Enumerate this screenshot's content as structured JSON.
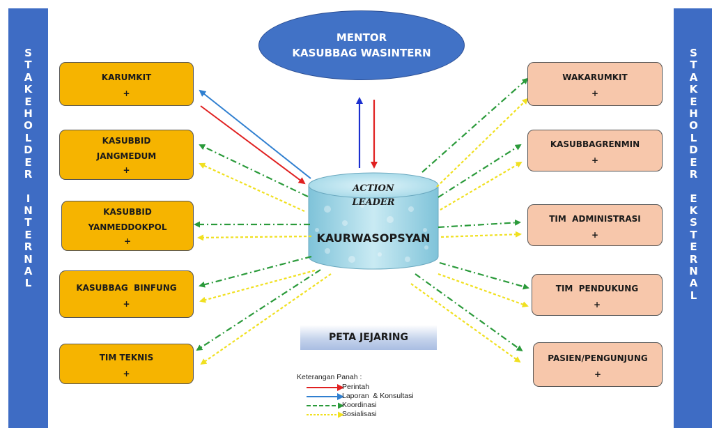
{
  "stakeholder_internal": [
    "S",
    "T",
    "A",
    "K",
    "E",
    "H",
    "O",
    "L",
    "D",
    "E",
    "R",
    "",
    "I",
    "N",
    "T",
    "E",
    "R",
    "N",
    "A",
    "L"
  ],
  "stakeholder_external": [
    "S",
    "T",
    "A",
    "K",
    "E",
    "H",
    "O",
    "L",
    "D",
    "E",
    "R",
    "",
    "E",
    "K",
    "S",
    "T",
    "E",
    "R",
    "N",
    "A",
    "L"
  ],
  "mentor": {
    "line1": "MENTOR",
    "line2": "KASUBBAG WASINTERN"
  },
  "center": {
    "line1": "ACTION",
    "line2": "LEADER",
    "name": "KAURWASOPSYAN"
  },
  "left_boxes": [
    {
      "lines": [
        "KARUMKIT"
      ],
      "plus": "+"
    },
    {
      "lines": [
        "KASUBBID",
        "JANGMEDUM"
      ],
      "plus": "+"
    },
    {
      "lines": [
        "KASUBBID",
        "YANMEDDOKPOL"
      ],
      "plus": "+"
    },
    {
      "lines": [
        "KASUBBAG  BINFUNG"
      ],
      "plus": "+"
    },
    {
      "lines": [
        "TIM TEKNIS"
      ],
      "plus": "+"
    }
  ],
  "right_boxes": [
    {
      "lines": [
        "WAKARUMKIT"
      ],
      "plus": "+"
    },
    {
      "lines": [
        "KASUBBAGRENMIN"
      ],
      "plus": "+"
    },
    {
      "lines": [
        "TIM  ADMINISTRASI"
      ],
      "plus": "+"
    },
    {
      "lines": [
        "TIM  PENDUKUNG"
      ],
      "plus": "+"
    },
    {
      "lines": [
        "PASIEN/PENGUNJUNG"
      ],
      "plus": "+"
    }
  ],
  "peta_title": "PETA JEJARING",
  "legend": {
    "title": "Keterangan Panah :",
    "items": [
      {
        "label": "Perintah",
        "color": "#e02020",
        "style": "solid"
      },
      {
        "label": "Laporan  & Konsultasi",
        "color": "#2f7fd0",
        "style": "solid"
      },
      {
        "label": "Koordinasi",
        "color": "#2a9a3a",
        "style": "dashdot"
      },
      {
        "label": "Sosialisasi",
        "color": "#f0e020",
        "style": "dotted"
      }
    ]
  },
  "colors": {
    "bar_blue": "#3e6cc4",
    "left_box": "#f6b400",
    "right_box": "#f7c7ab",
    "perintah": "#e02020",
    "laporan": "#2f7fd0",
    "vertical_up": "#1b2fcf",
    "koordinasi": "#2a9a3a",
    "sosialisasi": "#f0e020"
  }
}
